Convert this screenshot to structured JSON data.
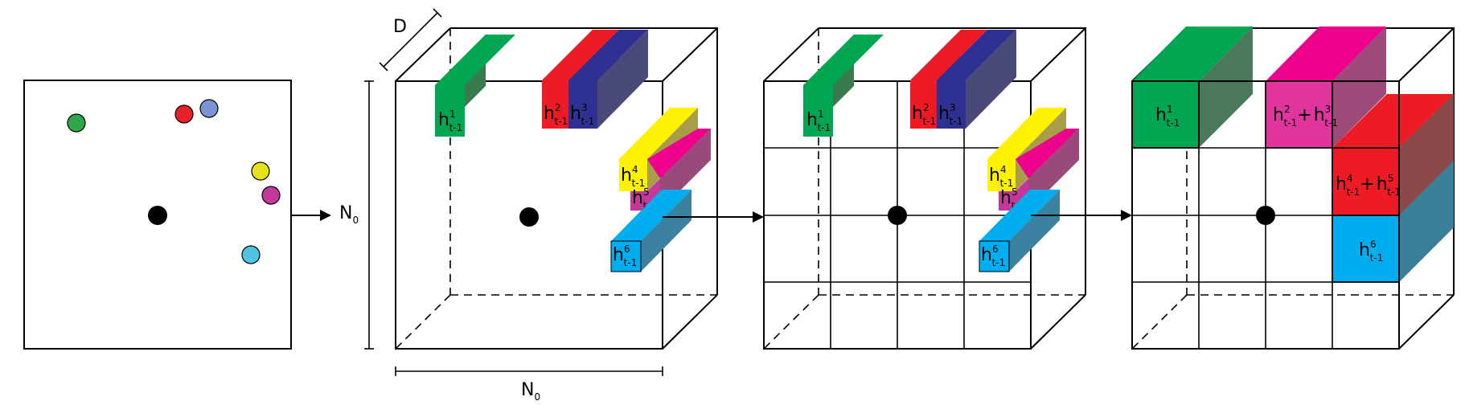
{
  "panel1": {
    "points": [
      {
        "color": "#2ea84a",
        "name": "green"
      },
      {
        "color": "#e8202a",
        "name": "red"
      },
      {
        "color": "#7b95d4",
        "name": "blue"
      },
      {
        "color": "#e5e21a",
        "name": "yellow"
      },
      {
        "color": "#c2399a",
        "name": "magenta"
      },
      {
        "color": "#4fc3e0",
        "name": "cyan"
      },
      {
        "color": "#000000",
        "name": "center"
      }
    ]
  },
  "labels": {
    "depth": "D",
    "n0_vertical": "N",
    "n0_vertical_sub": "0",
    "n0_horizontal": "N",
    "n0_horizontal_sub": "0"
  },
  "hidden_states": {
    "base": "h",
    "sub": "t-1",
    "h1": "1",
    "h2": "2",
    "h3": "3",
    "h4": "4",
    "h5": "5",
    "h6": "6",
    "plus": "+"
  },
  "colors": {
    "green": "#00a651",
    "red": "#ed1c24",
    "navy": "#2e3192",
    "yellow": "#fff200",
    "magenta": "#ec008c",
    "cyan": "#00aeef"
  }
}
